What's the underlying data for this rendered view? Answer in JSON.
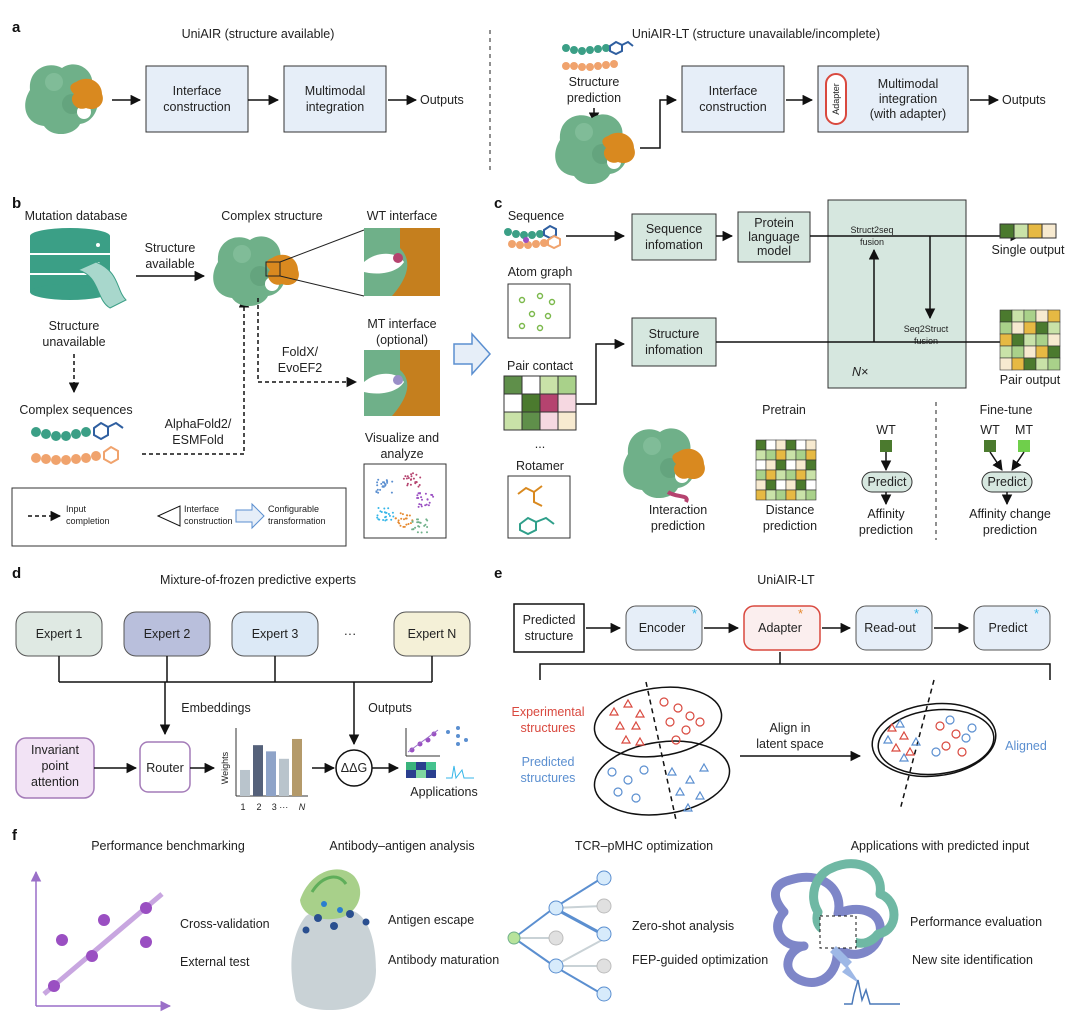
{
  "panels": {
    "a": "a",
    "b": "b",
    "c": "c",
    "d": "d",
    "e": "e",
    "f": "f"
  },
  "a": {
    "left_title": "UniAIR (structure available)",
    "right_title": "UniAIR-LT (structure unavailable/incomplete)",
    "interface_construction": [
      "Interface",
      "construction"
    ],
    "multimodal_integration": [
      "Multimodal",
      "integration"
    ],
    "outputs": "Outputs",
    "structure_prediction": [
      "Structure",
      "prediction"
    ],
    "adapter": "Adapter",
    "multimodal_with_adapter": [
      "Multimodal",
      "integration",
      "(with adapter)"
    ]
  },
  "b": {
    "mutation_database": "Mutation database",
    "complex_structure": "Complex structure",
    "wt_interface": "WT interface",
    "structure_available": [
      "Structure",
      "available"
    ],
    "structure_unavailable": [
      "Structure",
      "unavailable"
    ],
    "mt_interface": [
      "MT interface",
      "(optional)"
    ],
    "foldx": [
      "FoldX/",
      "EvoEF2"
    ],
    "complex_sequences": "Complex sequences",
    "alphafold": [
      "AlphaFold2/",
      "ESMFold"
    ],
    "visualize": [
      "Visualize and",
      "analyze"
    ],
    "legend": {
      "input_completion": [
        "Input",
        "completion"
      ],
      "interface_construction": [
        "Interface",
        "construction"
      ],
      "configurable": [
        "Configurable",
        "transformation"
      ]
    }
  },
  "c": {
    "sequence": "Sequence",
    "atom_graph": "Atom graph",
    "pair_contact": "Pair contact",
    "ellipsis": "...",
    "rotamer": "Rotamer",
    "sequence_information": [
      "Sequence",
      "infomation"
    ],
    "structure_information": [
      "Structure",
      "infomation"
    ],
    "plm": [
      "Protein",
      "language",
      "model"
    ],
    "struct2seq": [
      "Struct2seq",
      "fusion"
    ],
    "seq2struct": [
      "Seq2Struct",
      "fusion"
    ],
    "nx": "N×",
    "single_output": "Single output",
    "pair_output": "Pair output",
    "pretrain": "Pretrain",
    "finetune": "Fine-tune",
    "wt": "WT",
    "mt": "MT",
    "predict": "Predict",
    "interaction_prediction": [
      "Interaction",
      "prediction"
    ],
    "distance_prediction": [
      "Distance",
      "prediction"
    ],
    "affinity_prediction": [
      "Affinity",
      "prediction"
    ],
    "affinity_change_prediction": [
      "Affinity change",
      "prediction"
    ]
  },
  "d": {
    "title": "Mixture-of-frozen predictive experts",
    "experts": [
      "Expert 1",
      "Expert 2",
      "Expert 3",
      "Expert N"
    ],
    "ellipsis": "···",
    "embeddings": "Embeddings",
    "outputs": "Outputs",
    "ipa": [
      "Invariant",
      "point",
      "attention"
    ],
    "router": "Router",
    "weights": "Weights",
    "weight_ticks": [
      "1",
      "2",
      "3 ···",
      "N"
    ],
    "weight_values": [
      0.42,
      0.82,
      0.72,
      0.6,
      0.92
    ],
    "ddg": "ΔΔG",
    "applications": "Applications"
  },
  "e": {
    "title": "UniAIR-LT",
    "steps": [
      [
        "Predicted",
        "structure"
      ],
      [
        "Encoder"
      ],
      [
        "Adapter"
      ],
      [
        "Read-out"
      ],
      [
        "Predict"
      ]
    ],
    "experimental": [
      "Experimental",
      "structures"
    ],
    "predicted": [
      "Predicted",
      "structures"
    ],
    "align": [
      "Align in",
      "latent space"
    ],
    "aligned": "Aligned"
  },
  "f": {
    "titles": [
      "Performance benchmarking",
      "Antibody–antigen analysis",
      "TCR–pMHC optimization",
      "Applications with predicted input"
    ],
    "perf_labels": [
      "Cross-validation",
      "External test"
    ],
    "ab_labels": [
      "Antigen escape",
      "Antibody maturation"
    ],
    "tcr_labels": [
      "Zero-shot analysis",
      "FEP-guided optimization"
    ],
    "app_labels": [
      "Performance evaluation",
      "New site identification"
    ]
  },
  "colors": {
    "box_blue": "#e6eef8",
    "box_green": "#d6e7df",
    "protein_green": "#6fb089",
    "protein_orange": "#d9891f",
    "purple": "#9a4fc2",
    "red": "#d9493f",
    "blue": "#5b8fd0",
    "cyan": "#35b6e8"
  }
}
